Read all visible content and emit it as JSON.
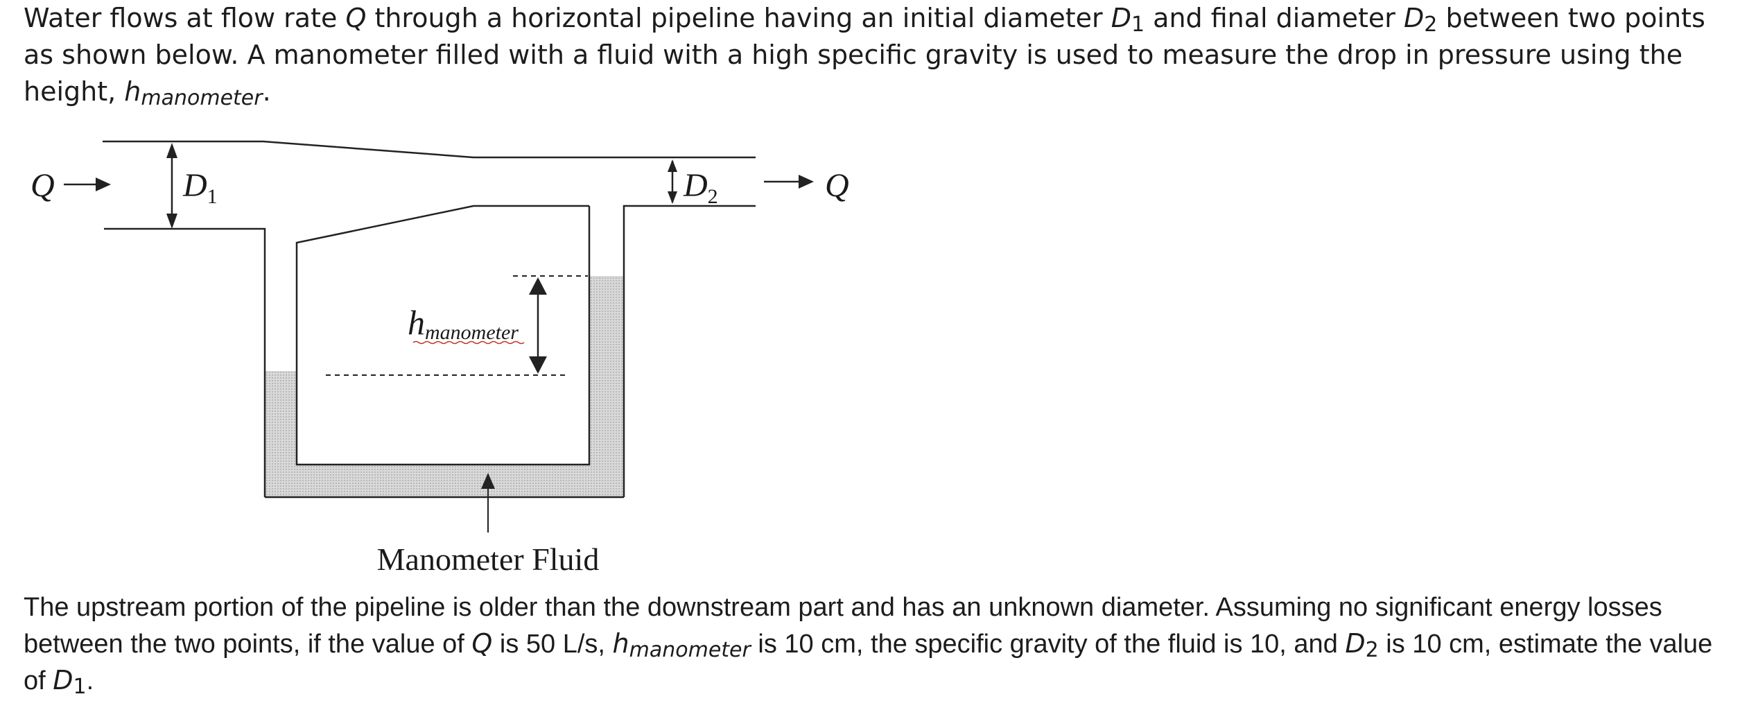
{
  "intro": {
    "t1": "Water flows at flow rate ",
    "q": "Q",
    "t2": " through a horizontal pipeline having an initial diameter ",
    "d1_base": "D",
    "d1_sub": "1",
    "t3": " and final diameter ",
    "d2_base": "D",
    "d2_sub": "2",
    "t4": " between two points as shown below. A manometer filled with a fluid with a high specific gravity is used to measure the drop in pressure using the height, ",
    "h_base": "h",
    "h_sub": "manometer",
    "t5": "."
  },
  "diagram": {
    "q_in": "Q",
    "q_out": "Q",
    "d1_base": "D",
    "d1_sub": "1",
    "d2_base": "D",
    "d2_sub": "2",
    "h_base": "h",
    "h_sub": "manometer",
    "fluid_label": "Manometer Fluid",
    "fluid_color": "#d9d9d9"
  },
  "question": {
    "t1": "The upstream portion of the pipeline is older than the downstream part and has an unknown diameter. Assuming no significant energy losses between the two points, if the value of ",
    "q": "Q",
    "t2": " is 50 L/s, ",
    "h_base": "h",
    "h_sub": "manometer",
    "t3": " is 10 cm, the specific gravity of the fluid is 10, and ",
    "d2_base": "D",
    "d2_sub": "2",
    "t4": " is 10 cm, estimate the value of ",
    "d1_base": "D",
    "d1_sub": "1",
    "t5": "."
  }
}
